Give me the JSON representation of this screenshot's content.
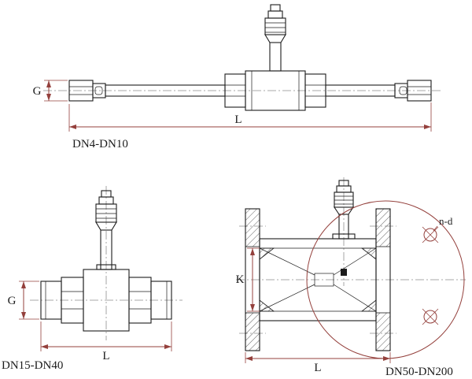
{
  "colors": {
    "bg": "#ffffff",
    "outline": "#1c1c1c",
    "dim": "#94403c",
    "center": "#8f8f8f",
    "text": "#1c1c1c"
  },
  "drawings": {
    "dn4_dn10": {
      "caption": "DN4-DN10",
      "labels": {
        "g": "G",
        "l": "L"
      }
    },
    "dn15_dn40": {
      "caption": "DN15-DN40",
      "labels": {
        "g": "G",
        "l": "L"
      }
    },
    "dn50_dn200": {
      "caption": "DN50-DN200",
      "labels": {
        "k": "K",
        "l": "L",
        "nd": "n-d"
      }
    }
  }
}
